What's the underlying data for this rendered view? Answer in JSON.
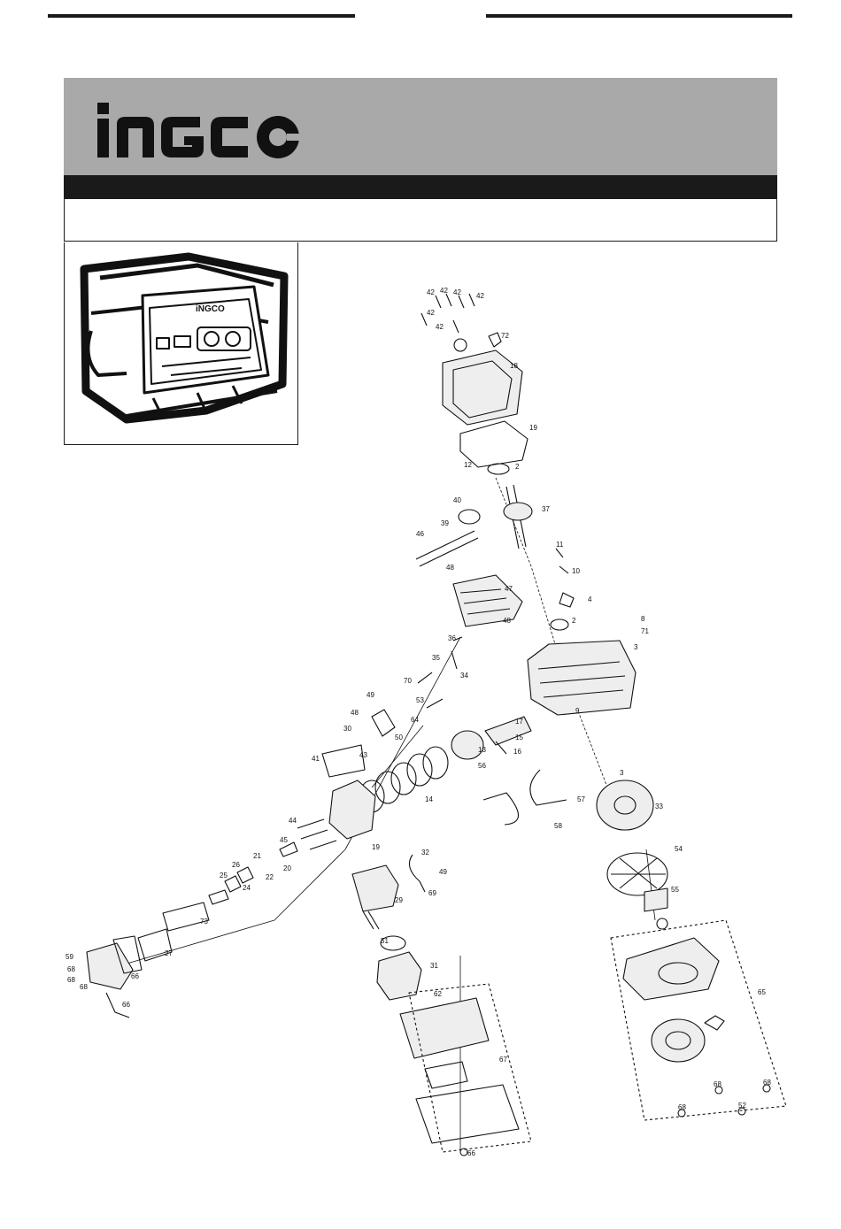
{
  "brand": {
    "logo_text": "iNGCO"
  },
  "header": {
    "title": ""
  },
  "colors": {
    "header_band": "#a9a9a9",
    "bars": "#1a1a1a"
  },
  "generator_panel": {
    "logo_text": "iNGCO"
  },
  "part_labels": [
    "42",
    "42",
    "42",
    "42",
    "42",
    "42",
    "72",
    "18",
    "19",
    "12",
    "2",
    "37",
    "40",
    "39",
    "46",
    "48",
    "47",
    "48",
    "11",
    "10",
    "4",
    "2",
    "8",
    "71",
    "3",
    "36",
    "35",
    "34",
    "70",
    "53",
    "64",
    "49",
    "48",
    "30",
    "50",
    "9",
    "17",
    "13",
    "16",
    "41",
    "43",
    "14",
    "15",
    "56",
    "3",
    "57",
    "33",
    "58",
    "54",
    "19",
    "44",
    "45",
    "26",
    "25",
    "24",
    "22",
    "21",
    "20",
    "32",
    "49",
    "29",
    "51",
    "31",
    "62",
    "67",
    "69",
    "73",
    "27",
    "66",
    "59",
    "65",
    "55",
    "66",
    "68",
    "68",
    "68",
    "68",
    "68",
    "68",
    "52",
    "66"
  ],
  "icons": [
    "engine-exploded-diagram-icon",
    "generator-illustration-icon"
  ]
}
